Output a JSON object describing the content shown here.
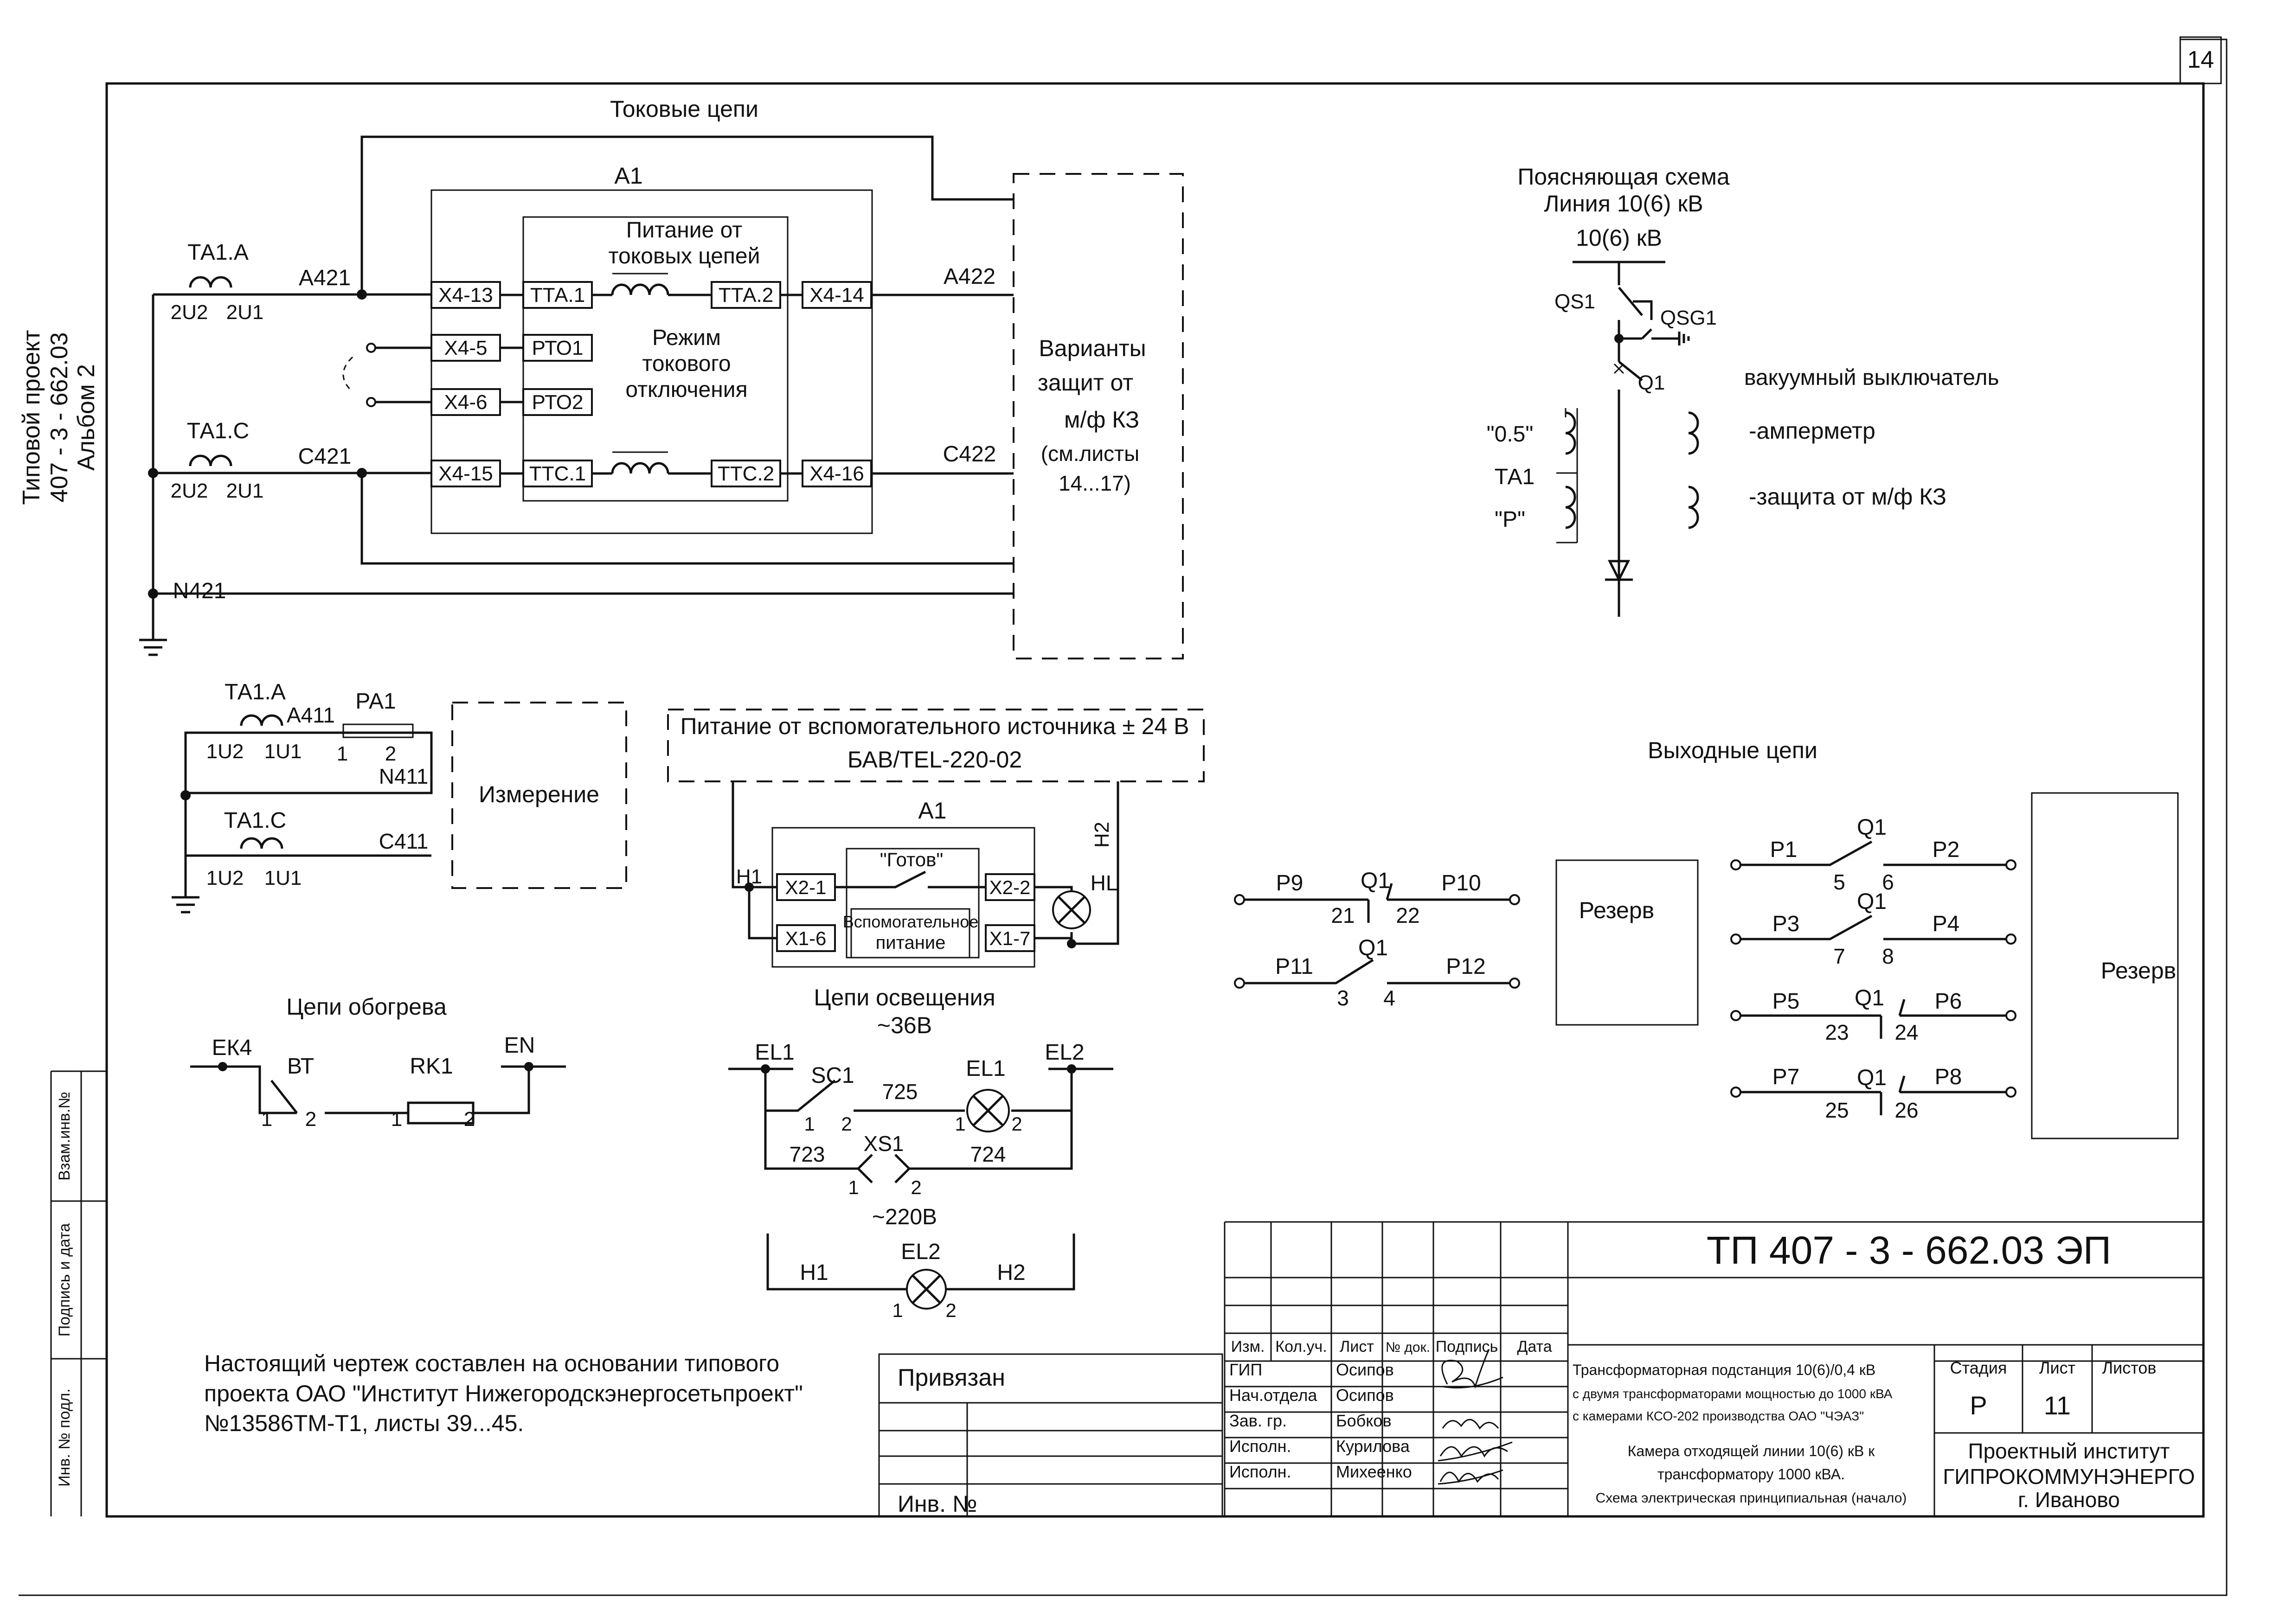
{
  "sheet_number": "14",
  "side_stamp": {
    "line1": "Типовой проект",
    "line2": "407 - 3 - 662.03",
    "line3": "Альбом 2"
  },
  "left_stamp": {
    "a": "Взам.инв.№",
    "b": "Подпись и дата",
    "c": "Инв. № подл."
  },
  "current_circuits": {
    "title": "Токовые цепи",
    "block": "А1",
    "ta_a": "ТА1.А",
    "ta_c": "ТА1.С",
    "u2": "2U2",
    "u1": "2U1",
    "w_a421": "А421",
    "w_c421": "С421",
    "w_n421": "N421",
    "w_a422": "А422",
    "w_c422": "С422",
    "x4_13": "Х4-13",
    "x4_5": "Х4-5",
    "x4_6": "Х4-6",
    "x4_15": "Х4-15",
    "x4_14": "Х4-14",
    "x4_16": "Х4-16",
    "tta1": "ТТА.1",
    "tta2": "ТТА.2",
    "pto1": "РТО1",
    "pto2": "РТО2",
    "ttc1": "ТТС.1",
    "ttc2": "ТТС.2",
    "supply": [
      "Питание от",
      "токовых цепей"
    ],
    "mode": [
      "Режим",
      "токового",
      "отключения"
    ],
    "variants": [
      "Варианты",
      "защит от",
      "м/ф КЗ",
      "(см.листы",
      "14...17)"
    ]
  },
  "explanatory": {
    "title": [
      "Поясняющая схема",
      "Линия 10(6) кВ"
    ],
    "voltage": "10(6) кВ",
    "qs1": "QS1",
    "qsg1": "QSG1",
    "q1": "Q1",
    "breaker": "вакуумный выключатель",
    "ct_05": "\"0.5\"",
    "ct_ta1": "ТА1",
    "ct_p": "\"Р\"",
    "ammeter": "-амперметр",
    "protection": "-защита от м/ф КЗ"
  },
  "measurement": {
    "ta_a": "ТА1.А",
    "ta_c": "ТА1.С",
    "a411": "А411",
    "pa1": "РА1",
    "u2": "1U2",
    "u1": "1U1",
    "p1": "1",
    "p2": "2",
    "n411": "N411",
    "c411": "С411",
    "label": "Измерение"
  },
  "aux": {
    "supply": "Питание от вспомогательного источника ± 24 В",
    "model": "БАВ/TEL-220-02",
    "block": "А1",
    "h1": "Н1",
    "h2": "Н2",
    "x2_1": "Х2-1",
    "x2_2": "Х2-2",
    "x1_6": "Х1-6",
    "x1_7": "Х1-7",
    "ready": "\"Готов\"",
    "aux_power": [
      "Вспомогательное",
      "питание"
    ],
    "hl": "HL"
  },
  "heating": {
    "title": "Цепи обогрева",
    "ek4": "ЕК4",
    "bt": "ВТ",
    "rk1": "RK1",
    "en": "EN",
    "t1": "1",
    "t2": "2",
    "t3": "1",
    "t4": "2"
  },
  "lighting": {
    "title": [
      "Цепи освещения",
      "~36В"
    ],
    "el1": "EL1",
    "el2": "EL2",
    "sc1": "SC1",
    "el1_lamp": "EL1",
    "w725": "725",
    "w723": "723",
    "w724": "724",
    "xs1": "XS1",
    "v220": "~220В",
    "h1": "Н1",
    "h2": "Н2",
    "el2_lamp": "EL2",
    "n1": "1",
    "n2": "2"
  },
  "output": {
    "title": "Выходные цепи",
    "reserve": "Резерв",
    "contacts": [
      {
        "left": "Р9",
        "q": "Q1",
        "right": "Р10",
        "a": "21",
        "b": "22"
      },
      {
        "left": "Р11",
        "q": "Q1",
        "right": "Р12",
        "a": "3",
        "b": "4"
      },
      {
        "left": "Р1",
        "q": "Q1",
        "right": "Р2",
        "a": "5",
        "b": "6"
      },
      {
        "left": "Р3",
        "q": "Q1",
        "right": "Р4",
        "a": "7",
        "b": "8"
      },
      {
        "left": "Р5",
        "q": "Q1",
        "right": "Р6",
        "a": "23",
        "b": "24"
      },
      {
        "left": "Р7",
        "q": "Q1",
        "right": "Р8",
        "a": "25",
        "b": "26"
      }
    ]
  },
  "note": [
    "Настоящий чертеж составлен на основании типового",
    "проекта ОАО \"Институт Нижегородскэнергосетьпроект\"",
    "№13586ТМ-Т1, листы 39...45."
  ],
  "title_block": {
    "code": "ТП  407 - 3 - 662.03  ЭП",
    "bound": "Привязан",
    "inv": "Инв. №",
    "headers": [
      "Изм.",
      "Кол.уч.",
      "Лист",
      "№ док.",
      "Подпись",
      "Дата"
    ],
    "roles": [
      "ГИП",
      "Нач.отдела",
      "Зав. гр.",
      "Исполн.",
      "Исполн."
    ],
    "names": [
      "Осипов",
      "Осипов",
      "Бобков",
      "Курилова",
      "Михеенко"
    ],
    "project": [
      "Трансформаторная подстанция 10(6)/0,4 кВ",
      "с двумя трансформаторами мощностью до 1000 кВА",
      "с камерами КСО-202 производства ОАО \"ЧЭАЗ\""
    ],
    "drawing": [
      "Камера отходящей линии 10(6) кВ к",
      "трансформатору 1000 кВА.",
      "Схема электрическая принципиальная (начало)"
    ],
    "stage_h": "Стадия",
    "sheet_h": "Лист",
    "sheets_h": "Листов",
    "stage": "Р",
    "sheet": "11",
    "org": [
      "Проектный институт",
      "ГИПРОКОММУНЭНЕРГО",
      "г. Иваново"
    ]
  }
}
